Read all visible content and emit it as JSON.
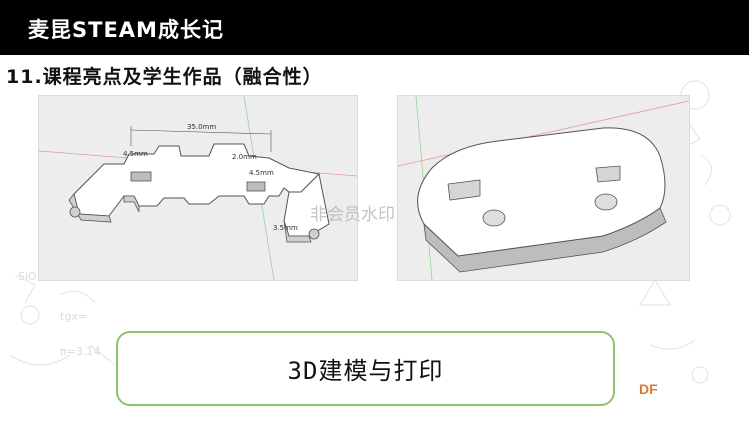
{
  "header": {
    "title": "麦昆STEAM成长记"
  },
  "section": {
    "heading": "11.课程亮点及学生作品（融合性）"
  },
  "left_model": {
    "dimensions": {
      "top": "35.0mm",
      "left": "4.5mm",
      "right": "2.0mm",
      "mid": "4.5mm",
      "bottom": "3.5mm"
    }
  },
  "watermark": {
    "text": "非会员水印"
  },
  "caption": {
    "text": "3D建模与打印"
  },
  "logo": {
    "text": "DF"
  },
  "colors": {
    "header_bg": "#000000",
    "caption_border": "#8cc271",
    "logo": "#e07a2a",
    "panel_bg": "#ededed"
  }
}
